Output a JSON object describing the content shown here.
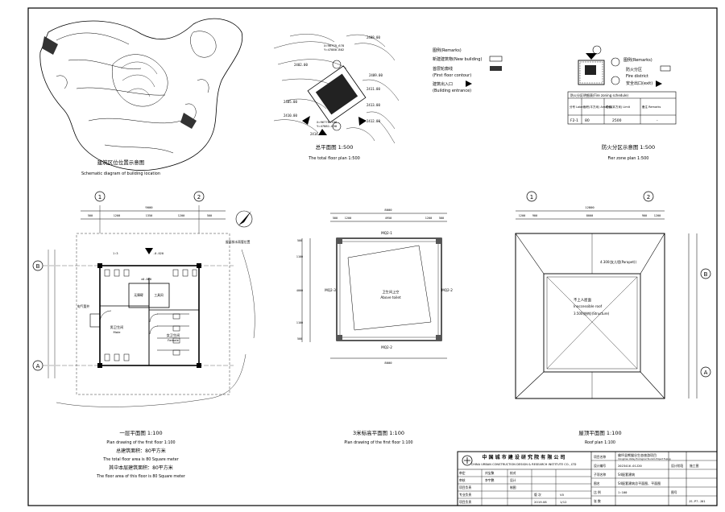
{
  "panels": {
    "location": {
      "title_cn": "建筑区位位置示意图",
      "title_en": "Schematic diagram of building location"
    },
    "site": {
      "title": "总平面图 1:500",
      "subtitle": "The total floor plan 1:500",
      "legend_heading": "图例(Remarks)",
      "legend_items": [
        {
          "label": "新建建筑物(New building)",
          "kind": "box"
        },
        {
          "label": "首层轮廓线",
          "kind": "filled"
        },
        {
          "label": "(First floor contour)",
          "kind": "none"
        },
        {
          "label": "建筑出入口",
          "kind": "arrow"
        },
        {
          "label": "(Building entrance)",
          "kind": "none"
        }
      ],
      "elevations": [
        "2402.00",
        "2405.00",
        "2408.00",
        "2409.00",
        "2410.00",
        "2411.00",
        "2412.00",
        "2413.00",
        "2414.00"
      ],
      "coords": [
        "X=96779.678",
        "Y=47880.802",
        "X=96776.100",
        "Y=47881.030"
      ]
    },
    "fire": {
      "title": "防火分区示意图 1:500",
      "subtitle": "Fier zone plan 1:500",
      "legend_heading": "图例(Remarks)",
      "legend_items": [
        "防火分区",
        "Fire district",
        "安全出口(exit)"
      ],
      "table_heading": "防火分区明细表(Fire zoning schedule)",
      "table_headers": [
        "分号 Label",
        "面积(平方米) Area(m2)",
        "限值(平方米) Limit",
        "备注 Remarks"
      ],
      "table_rows": [
        [
          "F2-1",
          "80",
          "2500",
          "-"
        ]
      ]
    },
    "floor1": {
      "title": "一层平面图 1:100",
      "subtitle": "Plan drawing of the first floor 1:100",
      "area_cn": "总建筑面积：80平方米",
      "area_en": "The total floor area is 80 Square meter",
      "floor_area_cn": "其中本层建筑面积：80平方米",
      "floor_area_en": "The floor area of this floor is 80 Square meter",
      "axis_numbers": [
        "1",
        "2"
      ],
      "axis_letters": [
        "B",
        "A"
      ],
      "dims_top": [
        "9000",
        "500",
        "1200",
        "1350",
        "1200",
        "500"
      ],
      "rooms": [
        {
          "cn": "男卫生间",
          "en": "Male"
        },
        {
          "cn": "女卫生间",
          "en": "Female"
        },
        {
          "cn": "工具间",
          "en": ""
        },
        {
          "cn": "无障碍",
          "en": ""
        },
        {
          "cn": "电气管井",
          "en": ""
        }
      ],
      "notes": [
        "屋面排水雨管位置",
        "-0.020",
        "±0.000",
        "1:3"
      ]
    },
    "level3": {
      "title": "3米标高平面图 1:100",
      "subtitle": "Plan drawing of the first floor 1:100",
      "top_dims": [
        "8000",
        "500",
        "1200",
        "4950",
        "1200",
        "500"
      ],
      "side_dims": [
        "500",
        "1100",
        "4000",
        "1100",
        "500"
      ],
      "labels": [
        "MQ2-1",
        "MQ2-2",
        "MQ2-3",
        "MQ2-2"
      ],
      "center_cn": "卫生间上空",
      "center_en": "Above toilet",
      "bottom_dim": "8000"
    },
    "roof": {
      "title": "屋顶平面图 1:100",
      "subtitle": "Roof plan 1:100",
      "top_dims": [
        "12800",
        "1200",
        "900",
        "8000",
        "900",
        "1200"
      ],
      "axis_numbers": [
        "1",
        "2"
      ],
      "axis_letters": [
        "B",
        "A"
      ],
      "notes": [
        "4.300(女儿墙(Parapet))",
        "不上人屋面",
        "Inaccessible roof",
        "3.500(结构)(Structure)"
      ]
    }
  },
  "title_block": {
    "org_cn": "中 国 城 市 建 设 研 究 院 有 限 公 司",
    "org_en": "CHINA URBAN CONSTRUCTION DESIGN & RESEARCH INSTITUTE CO., LTD",
    "project_label": "项目名称",
    "project_name": "佛坪县熊猫谷生态旅游项目",
    "project_name_en": "Xiongmao Valley Ecological Tourism Project Fuping",
    "sub_label": "子项名称",
    "sub_name": "S4配套建筑",
    "project_no_label": "设计编号",
    "project_no": "2023416-01J20",
    "stage_label": "设计阶段",
    "stage": "施工图",
    "drawing_label": "图名",
    "drawing_name": "S4配套建筑总平面图、平面图",
    "drawing_no_label": "图号",
    "drawing_no": "JS-P7-J01",
    "rows": [
      {
        "role": "审定",
        "name": "刘宝聚"
      },
      {
        "role": "审核",
        "name": "李宇鹏"
      },
      {
        "role": "项目负责",
        "name": "项目负责"
      },
      {
        "role": "专业负责",
        "name": "专业负责"
      },
      {
        "role": "项目负责",
        "name": ""
      }
    ],
    "roles_right": [
      "校对",
      "设计",
      "制图"
    ],
    "version_label": "版 次",
    "version": "V0",
    "scale_label": "比 例",
    "scale": "1:100",
    "date": "2019.08",
    "page_label": "张 数",
    "page": "1/12"
  },
  "colors": {
    "ink": "#000000",
    "paper": "#ffffff",
    "fill": "#222222"
  }
}
